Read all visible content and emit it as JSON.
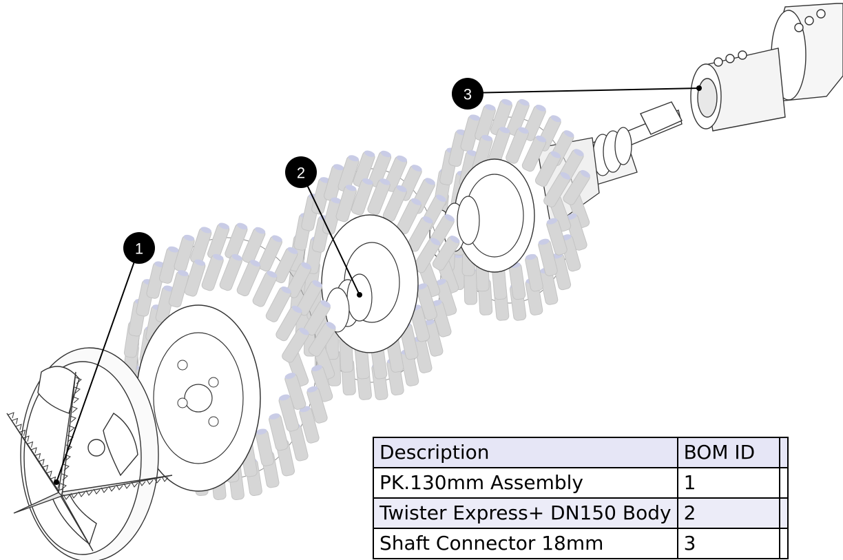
{
  "callouts": [
    {
      "number": "1"
    },
    {
      "number": "2"
    },
    {
      "number": "3"
    }
  ],
  "bom_table": {
    "headers": [
      "Description",
      "BOM ID",
      ""
    ],
    "rows": [
      [
        "PK.130mm Assembly",
        "1",
        ""
      ],
      [
        "Twister Express+ DN150 Body",
        "2",
        ""
      ],
      [
        "Shaft Connector 18mm",
        "3",
        ""
      ]
    ]
  },
  "colors": {
    "callout_fill": "#000000",
    "line_art": "#333333",
    "pin_color": "#d4d4d4",
    "table_header_bg": "#e6e6f6"
  }
}
